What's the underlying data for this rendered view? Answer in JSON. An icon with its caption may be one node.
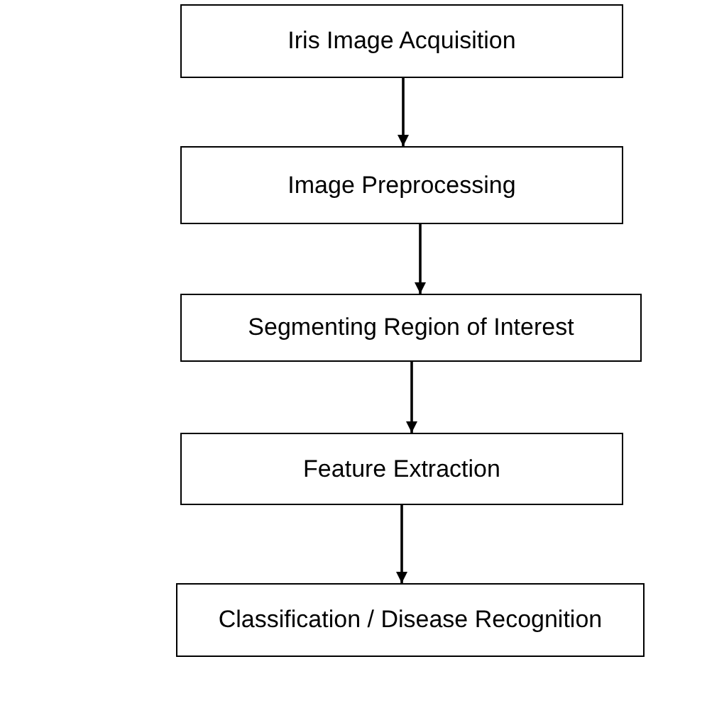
{
  "diagram": {
    "nodes": [
      {
        "text": [
          "Iris Image Acquisition"
        ]
      },
      {
        "text": [
          "Image Preprocessing"
        ]
      },
      {
        "text": [
          "Segmenting Region of Interest"
        ]
      },
      {
        "text": [
          "Feature Extraction"
        ]
      },
      {
        "text": [
          "Classification / Disease Recognition"
        ]
      }
    ],
    "edges": [
      {
        "from": 0,
        "to": 1,
        "arrow": "to"
      },
      {
        "from": 1,
        "to": 2,
        "arrow": "to"
      },
      {
        "from": 2,
        "to": 3,
        "arrow": "to"
      },
      {
        "from": 3,
        "to": 4,
        "arrow": "to"
      }
    ]
  }
}
